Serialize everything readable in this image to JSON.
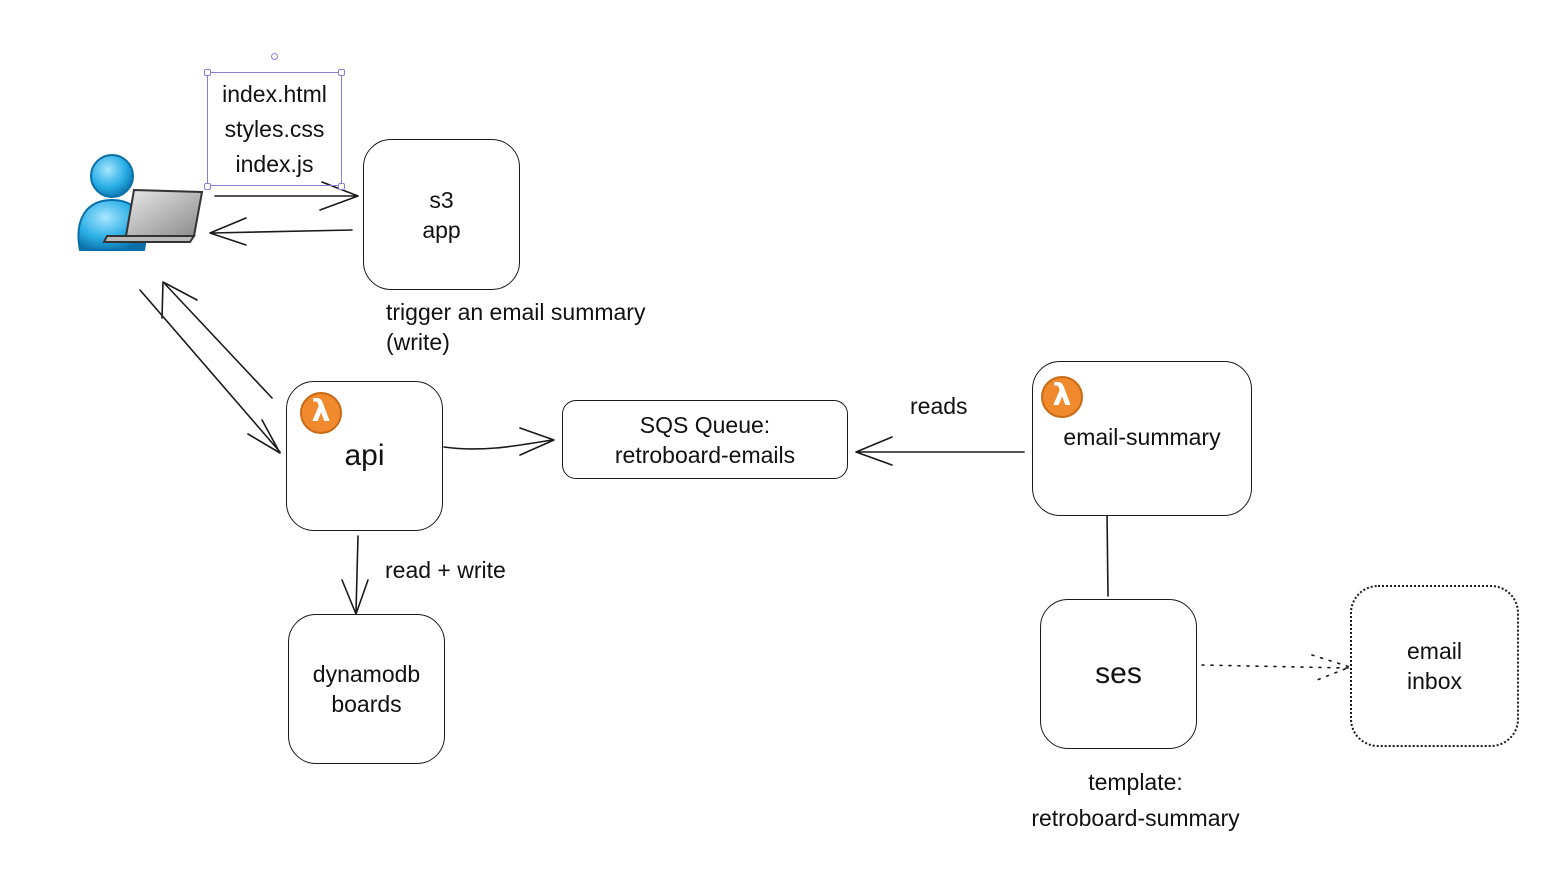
{
  "nodes": {
    "s3_app": "s3\napp",
    "api": "api",
    "sqs_queue": "SQS Queue:\nretroboard-emails",
    "email_summary": "email-summary",
    "dynamodb_boards": "dynamodb\nboards",
    "ses": "ses",
    "email_inbox": "email\ninbox"
  },
  "files_note": "index.html\nstyles.css\nindex.js",
  "labels": {
    "trigger": "trigger an email summary\n(write)",
    "reads": "reads",
    "read_write": "read + write",
    "template": "template:\nretroboard-summary"
  },
  "icons": {
    "user": "user-with-laptop-icon",
    "lambda": "aws-lambda-icon",
    "lambda_glyph": "λ"
  },
  "colors": {
    "lambda_orange": "#f08a2c",
    "user_blue": "#29aee6",
    "selection_purple": "#8a7fd6"
  }
}
